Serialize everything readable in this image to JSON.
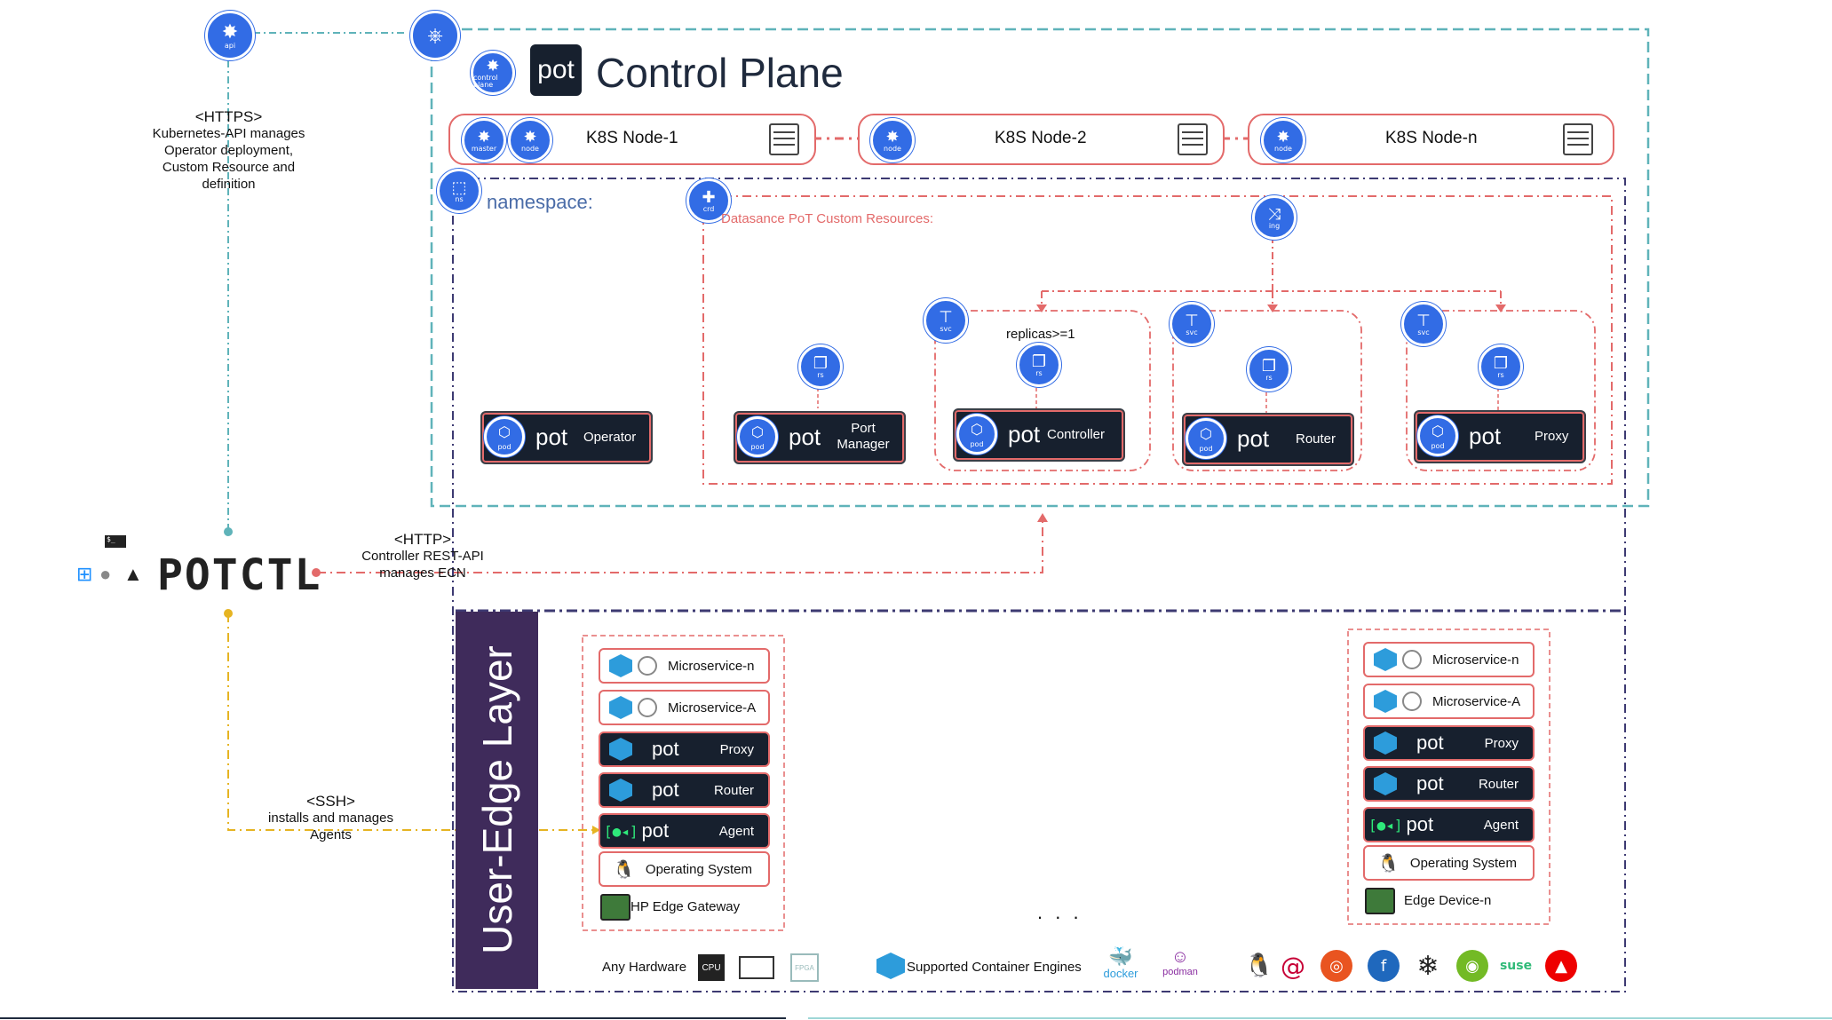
{
  "labels": {
    "https_head": "<HTTPS>",
    "https_body": "Kubernetes-API manages Operator deployment, Custom Resource and definition",
    "http_head": "<HTTP>",
    "http_body": "Controller REST-API manages ECN",
    "ssh_head": "<SSH>",
    "ssh_body": "installs and manages Agents",
    "potctl": "POTCTL",
    "terminal": "$_"
  },
  "control_plane": {
    "pot_logo": "pot",
    "title": "Control Plane",
    "nodes": [
      "K8S Node-1",
      "K8S Node-2",
      "K8S Node-n"
    ],
    "namespace_label": "namespace:",
    "crd_label": "Datasance PoT Custom Resources:",
    "replicas_label": "replicas>=1",
    "pods": [
      {
        "pot": "pot",
        "role": "Operator"
      },
      {
        "pot": "pot",
        "role": "Port Manager"
      },
      {
        "pot": "pot",
        "role": "Controller"
      },
      {
        "pot": "pot",
        "role": "Router"
      },
      {
        "pot": "pot",
        "role": "Proxy"
      }
    ]
  },
  "icons": {
    "api": "api",
    "control": "control plane",
    "master": "master",
    "node": "node",
    "ns": "ns",
    "crd": "crd",
    "ing": "ing",
    "svc": "svc",
    "rs": "rs",
    "pod": "pod"
  },
  "edge": {
    "band_title": "User-Edge Layer",
    "left_stack": {
      "items": [
        "Microservice-n",
        "Microservice-A",
        "Proxy",
        "Router",
        "Agent",
        "Operating System"
      ],
      "pot": "pot",
      "hardware": "HP Edge Gateway"
    },
    "right_stack": {
      "items": [
        "Microservice-n",
        "Microservice-A",
        "Proxy",
        "Router",
        "Agent",
        "Operating System"
      ],
      "pot": "pot",
      "hardware": "Edge Device-n"
    },
    "ellipsis": ". . .",
    "any_hardware": "Any Hardware",
    "container_engines": "Supported Container Engines",
    "cpu": "CPU",
    "fpga": "FPGA",
    "docker": "docker",
    "podman": "podman",
    "suse": "suse"
  },
  "colors": {
    "k8s_blue": "#326ce5",
    "pot_dark": "#17202e",
    "red_dash": "#e36a6a",
    "teal_dash": "#5fb3b9",
    "purple_band": "#3f2b5b",
    "namespace_line": "#3d3a72",
    "ssh_line": "#e6b422"
  }
}
